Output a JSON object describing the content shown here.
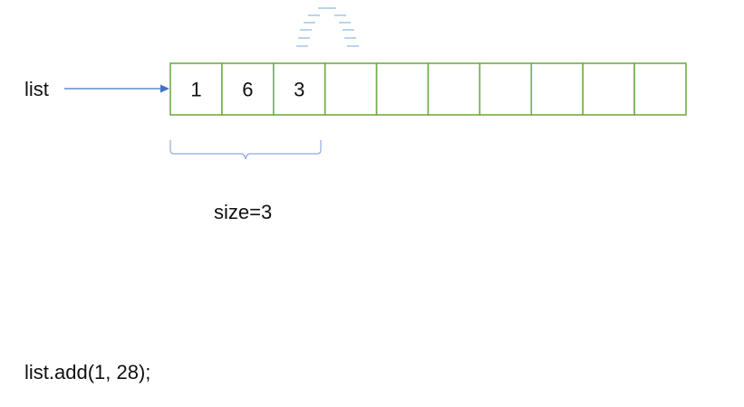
{
  "list_label": "list",
  "array": {
    "cells": [
      "1",
      "6",
      "3",
      "",
      "",
      "",
      "",
      "",
      "",
      ""
    ]
  },
  "size_label": "size=3",
  "code_line": "list.add(1, 28);",
  "colors": {
    "cell_border": "#70ad47",
    "arrow": "#4472c4",
    "brace": "#8faadc",
    "shift_marks": "#5b9bd5",
    "text": "#111111"
  }
}
